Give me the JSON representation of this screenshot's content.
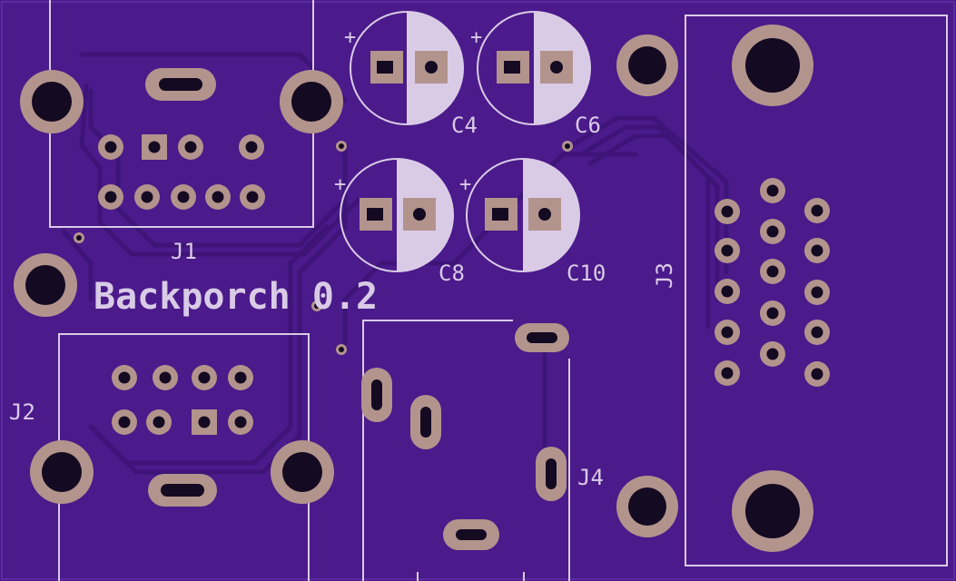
{
  "board": {
    "title": "Backporch 0.2",
    "colors": {
      "pcb": "#4b1a8b",
      "copper_trace": "#3e1478",
      "pad": "#b3948c",
      "silkscreen": "#d9cbe6",
      "drill": "#140a22"
    }
  },
  "components": {
    "j1": "J1",
    "j2": "J2",
    "j3": "J3",
    "j4": "J4",
    "c4": "C4",
    "c6": "C6",
    "c8": "C8",
    "c10": "C10"
  },
  "polarity_marks": {
    "c4": "+",
    "c6": "+",
    "c8": "+",
    "c10": "+"
  }
}
